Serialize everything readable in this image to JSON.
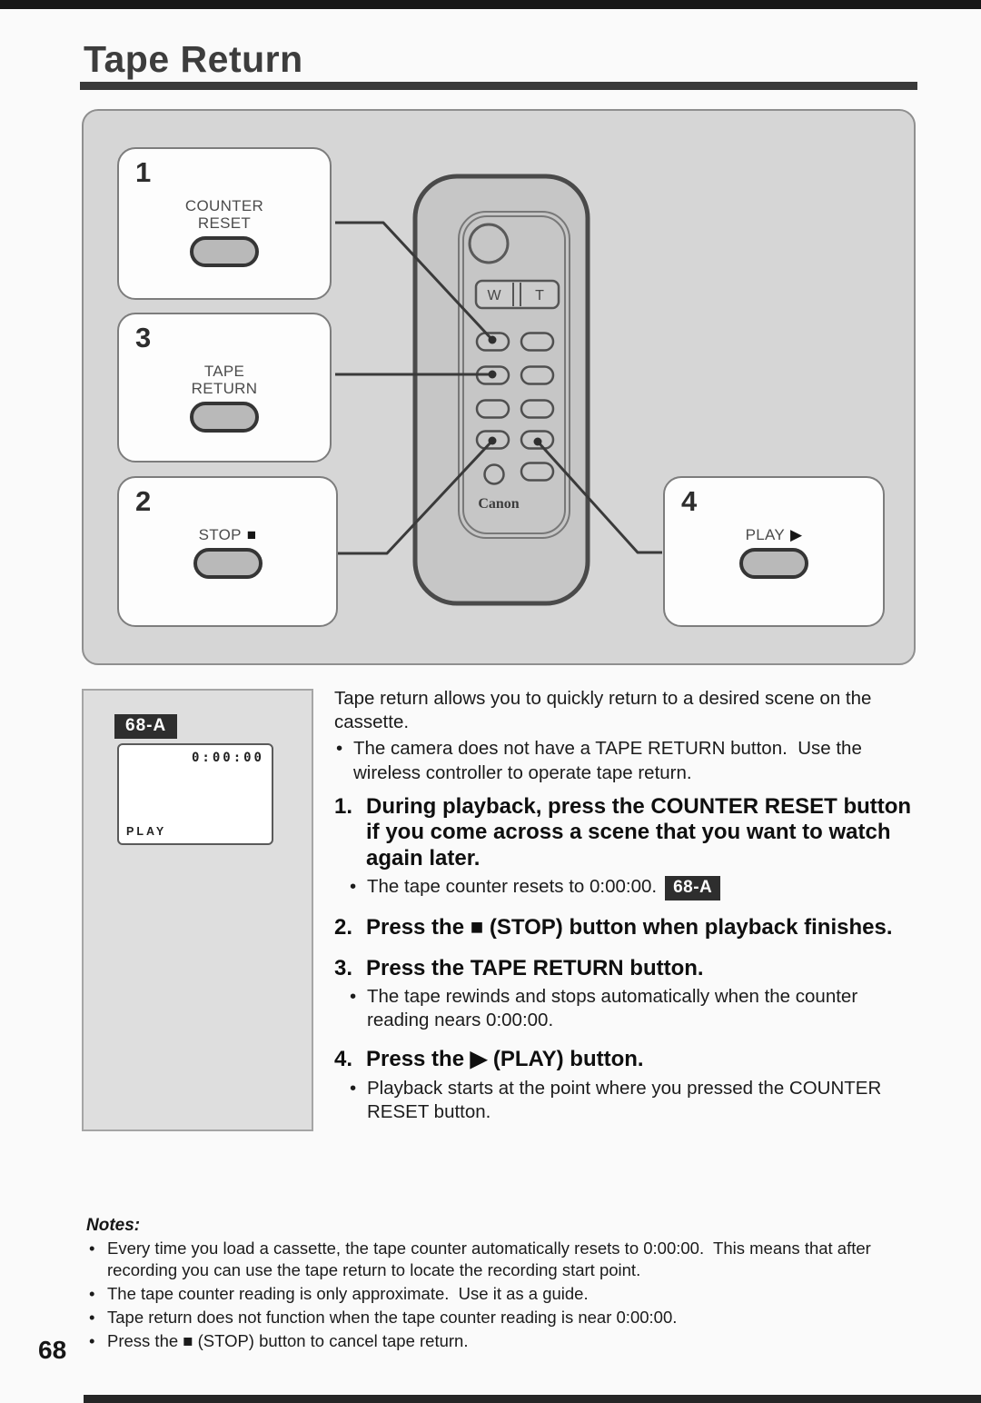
{
  "title": "Tape Return",
  "page_number": "68",
  "colors": {
    "badge_bg": "#2e2e2e",
    "panel_bg": "#d6d6d6",
    "ink": "#1b1b1b"
  },
  "diagram": {
    "callouts": [
      {
        "num": "1",
        "lines": [
          "COUNTER",
          "RESET"
        ],
        "symbol": ""
      },
      {
        "num": "3",
        "lines": [
          "TAPE",
          "RETURN"
        ],
        "symbol": ""
      },
      {
        "num": "2",
        "lines": [
          "STOP"
        ],
        "symbol": "■"
      },
      {
        "num": "4",
        "lines": [
          "PLAY"
        ],
        "symbol": "▶"
      }
    ],
    "remote": {
      "brand": "Canon",
      "zoom_wide": "W",
      "zoom_tele": "T"
    }
  },
  "display": {
    "badge": "68-A",
    "counter": "0:00:00",
    "mode": "PLAY"
  },
  "intro": {
    "para": "Tape return allows you to quickly return to a desired scene on the cassette.",
    "bullet_glyph": "•",
    "bullet": "The camera does not have a TAPE RETURN button.  Use the wireless controller to operate tape return."
  },
  "steps": [
    {
      "num": "1.",
      "heading": "During playback, press the COUNTER RESET button if you come across a scene that you want to watch again later.",
      "bullet": "The tape counter resets to 0:00:00.",
      "badge": "68-A"
    },
    {
      "num": "2.",
      "heading": "Press the ■ (STOP) button when playback finishes."
    },
    {
      "num": "3.",
      "heading": "Press the TAPE RETURN button.",
      "bullet": "The tape rewinds and stops automatically when the counter reading nears 0:00:00."
    },
    {
      "num": "4.",
      "heading": "Press the ▶ (PLAY) button.",
      "bullet": "Playback starts at the point where you pressed the COUNTER RESET button."
    }
  ],
  "notes": {
    "label": "Notes:",
    "bullet_glyph": "•",
    "items": [
      "Every time you load a cassette, the tape counter automatically resets to 0:00:00.  This means that after recording you can use the tape return to locate the recording start point.",
      "The tape counter reading is only approximate.  Use it as a guide.",
      "Tape return does not function when the tape counter reading is near 0:00:00.",
      "Press the ■ (STOP) button to cancel tape return."
    ]
  }
}
